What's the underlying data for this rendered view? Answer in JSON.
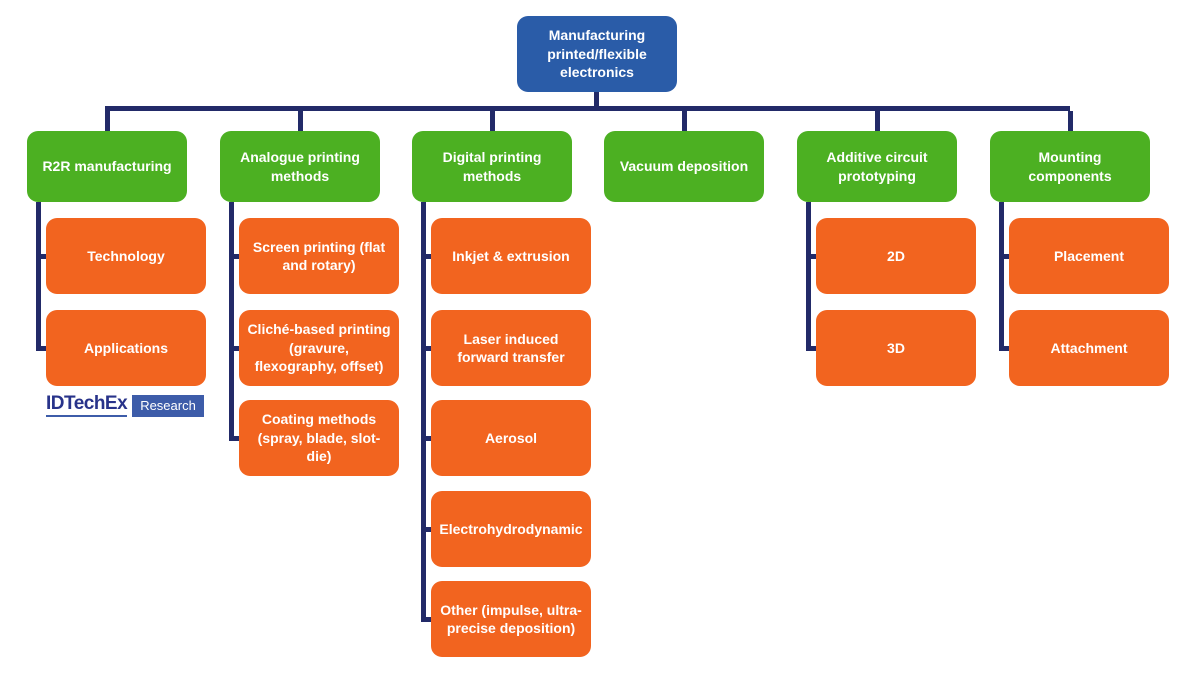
{
  "root": {
    "label": "Manufacturing printed/flexible electronics"
  },
  "columns": [
    {
      "label": "R2R manufacturing",
      "children": [
        "Technology",
        "Applications"
      ]
    },
    {
      "label": "Analogue printing methods",
      "children": [
        "Screen printing (flat and rotary)",
        "Cliché-based printing (gravure, flexography, offset)",
        "Coating methods (spray, blade, slot-die)"
      ]
    },
    {
      "label": "Digital printing methods",
      "children": [
        "Inkjet & extrusion",
        "Laser induced forward transfer",
        "Aerosol",
        "Electrohydrodynamic",
        "Other (impulse, ultra-precise deposition)"
      ]
    },
    {
      "label": "Vacuum deposition",
      "children": []
    },
    {
      "label": "Additive circuit prototyping",
      "children": [
        "2D",
        "3D"
      ]
    },
    {
      "label": "Mounting components",
      "children": [
        "Placement",
        "Attachment"
      ]
    }
  ],
  "logo": {
    "brand": "IDTechEx",
    "badge": "Research"
  },
  "colors": {
    "root_blue": "#2A5CA8",
    "category_green": "#4CB022",
    "item_orange": "#F2641F",
    "connector_navy": "#222A68",
    "logo_blue": "#3D5CA9",
    "logo_text_navy": "#28338A",
    "background": "#FFFFFF"
  }
}
